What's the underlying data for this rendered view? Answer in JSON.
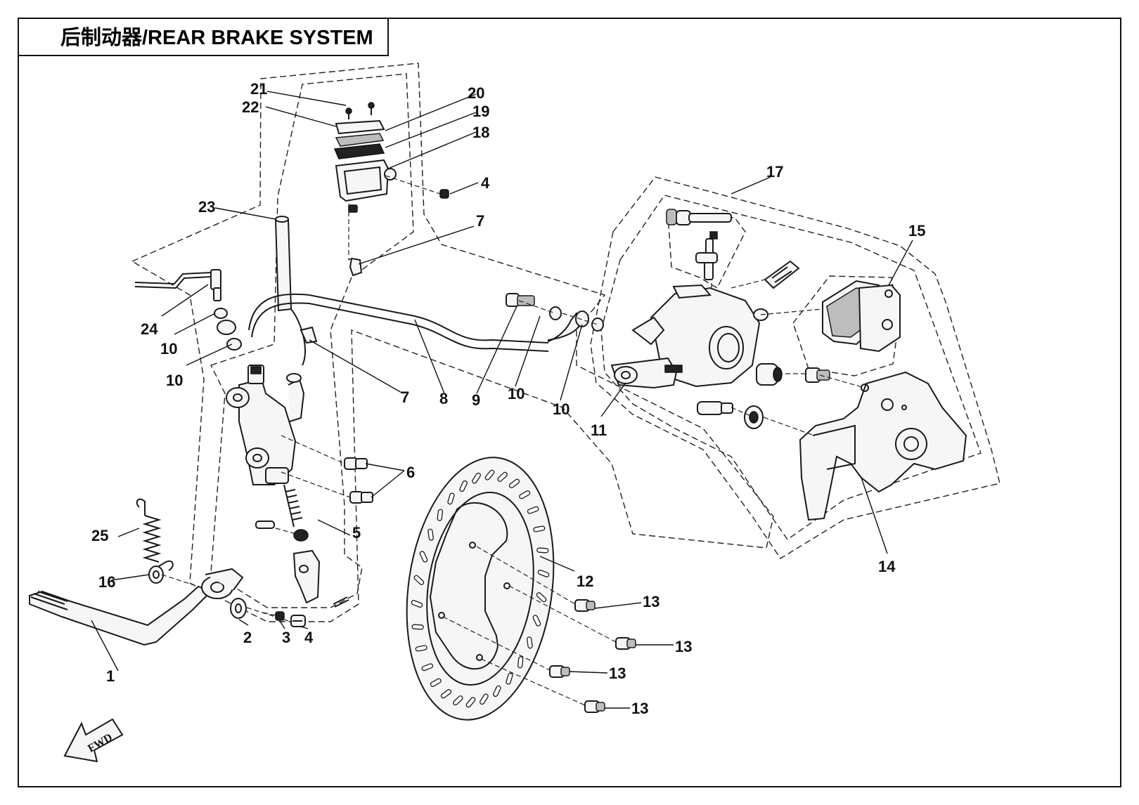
{
  "title": "后制动器/REAR BRAKE SYSTEM",
  "fwd_label": "FWD",
  "callouts": [
    {
      "id": "c1",
      "text": "1"
    },
    {
      "id": "c2",
      "text": "2"
    },
    {
      "id": "c3",
      "text": "3"
    },
    {
      "id": "c4a",
      "text": "4"
    },
    {
      "id": "c4b",
      "text": "4"
    },
    {
      "id": "c5",
      "text": "5"
    },
    {
      "id": "c6",
      "text": "6"
    },
    {
      "id": "c7a",
      "text": "7"
    },
    {
      "id": "c7b",
      "text": "7"
    },
    {
      "id": "c8",
      "text": "8"
    },
    {
      "id": "c9",
      "text": "9"
    },
    {
      "id": "c10a",
      "text": "10"
    },
    {
      "id": "c10b",
      "text": "10"
    },
    {
      "id": "c10c",
      "text": "10"
    },
    {
      "id": "c10d",
      "text": "10"
    },
    {
      "id": "c11",
      "text": "11"
    },
    {
      "id": "c12",
      "text": "12"
    },
    {
      "id": "c13a",
      "text": "13"
    },
    {
      "id": "c13b",
      "text": "13"
    },
    {
      "id": "c13c",
      "text": "13"
    },
    {
      "id": "c13d",
      "text": "13"
    },
    {
      "id": "c14",
      "text": "14"
    },
    {
      "id": "c15",
      "text": "15"
    },
    {
      "id": "c16",
      "text": "16"
    },
    {
      "id": "c17",
      "text": "17"
    },
    {
      "id": "c18",
      "text": "18"
    },
    {
      "id": "c19",
      "text": "19"
    },
    {
      "id": "c20",
      "text": "20"
    },
    {
      "id": "c21",
      "text": "21"
    },
    {
      "id": "c22",
      "text": "22"
    },
    {
      "id": "c23",
      "text": "23"
    },
    {
      "id": "c24",
      "text": "24"
    },
    {
      "id": "c25",
      "text": "25"
    }
  ]
}
